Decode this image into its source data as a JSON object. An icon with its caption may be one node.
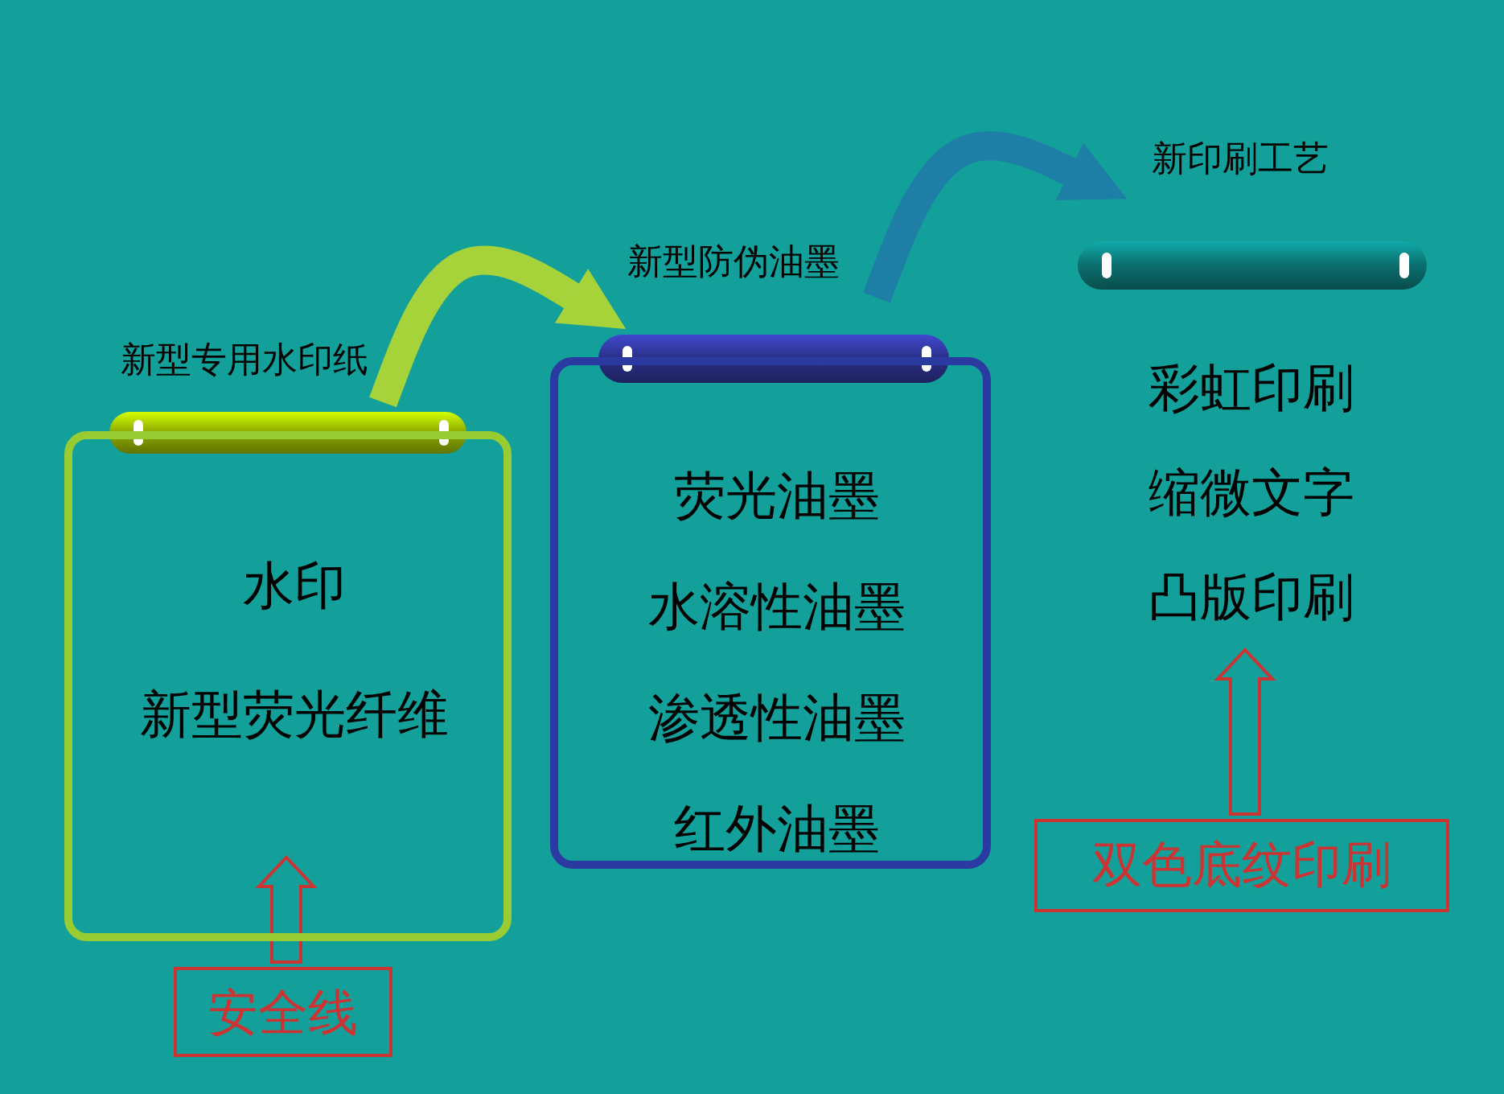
{
  "diagram": {
    "nodes": [
      {
        "text": [
          "新型专用水印纸",
          "水印",
          "新型荧光纤维"
        ]
      },
      {
        "text": [
          "新型防伪油墨",
          "荧光油墨",
          "水溶性油墨",
          "渗透性油墨",
          "红外油墨"
        ]
      },
      {
        "text": [
          "新印刷工艺",
          "彩虹印刷",
          "缩微文字",
          "凸版印刷"
        ]
      },
      {
        "text": [
          "安全线"
        ]
      },
      {
        "text": [
          "双色底纹印刷"
        ]
      }
    ],
    "edges": [
      {
        "from": 0,
        "to": 1,
        "arrow": "to",
        "color": "#a6d23a"
      },
      {
        "from": 1,
        "to": 2,
        "arrow": "to",
        "color": "#1d7ea6"
      },
      {
        "from": 3,
        "to": 0,
        "arrow": "to",
        "color": "#cc3333"
      },
      {
        "from": 4,
        "to": 2,
        "arrow": "to",
        "color": "#cc3333"
      }
    ]
  }
}
